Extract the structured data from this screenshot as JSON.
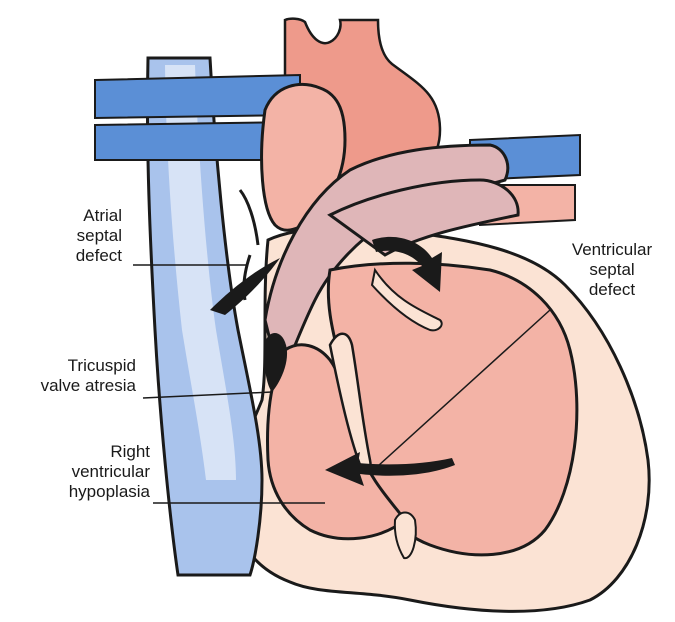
{
  "labels": {
    "atrial_septal_defect": [
      "Atrial",
      "septal",
      "defect"
    ],
    "tricuspid_valve_atresia": [
      "Tricuspid",
      "valve atresia"
    ],
    "right_ventricular_hypoplasia": [
      "Right",
      "ventricular",
      "hypoplasia"
    ],
    "ventricular_septal_defect": [
      "Ventricular",
      "septal",
      "defect"
    ]
  },
  "colors": {
    "outline": "#1a1a1a",
    "venous_blue": "#a9c3ec",
    "venous_blue_dark": "#5b8fd6",
    "venous_blue_light": "#d7e3f6",
    "cardiac_pink": "#f3b3a6",
    "cardiac_pink_dark": "#ee9a8b",
    "pulmonary_mauve": "#dfb6b8",
    "myocardium_cream": "#fbe3d4",
    "background": "#ffffff"
  }
}
